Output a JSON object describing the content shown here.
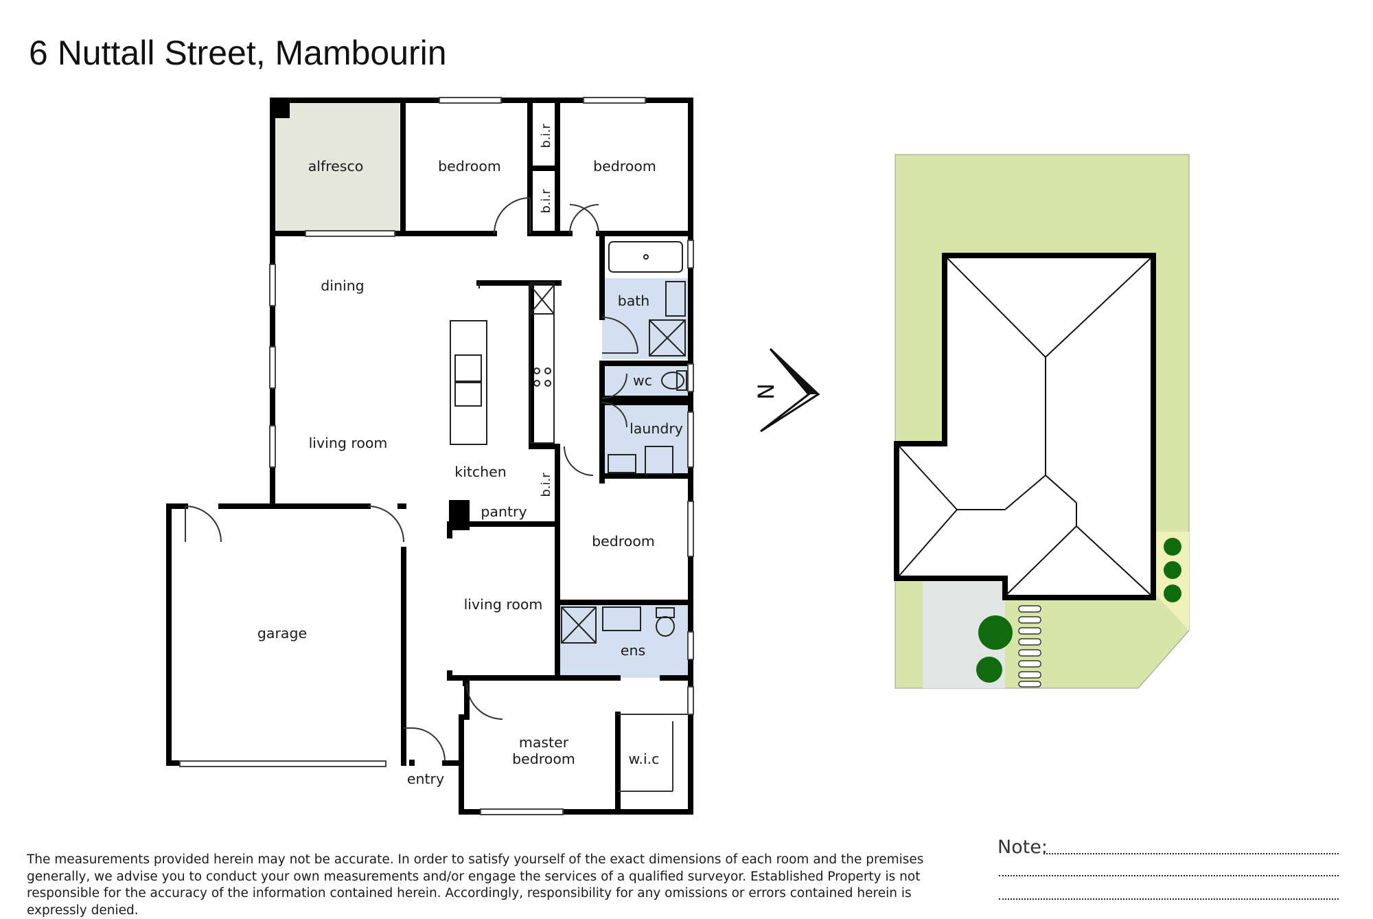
{
  "title": "6 Nuttall Street, Mambourin",
  "rooms": {
    "alfresco": "alfresco",
    "bedroom_1": "bedroom",
    "bedroom_2": "bedroom",
    "bir_1": "b.i.r",
    "bir_2": "b.i.r",
    "bir_3": "b.i.r",
    "dining": "dining",
    "living_room_1": "living room",
    "kitchen": "kitchen",
    "bath": "bath",
    "wc": "wc",
    "laundry": "laundry",
    "pantry": "pantry",
    "bedroom_3": "bedroom",
    "garage": "garage",
    "living_room_2": "living room",
    "ens": "ens",
    "master_line1": "master",
    "master_line2": "bedroom",
    "wic": "w.i.c",
    "entry": "entry"
  },
  "compass": {
    "label": "N"
  },
  "note": {
    "label": "Note:"
  },
  "disclaimer": "The measurements provided herein may not be accurate. In order to satisfy yourself of the exact dimensions of each room and the premises generally, we advise you to conduct your own measurements and/or engage the services of a qualified surveyor. Established Property is not responsible for the accuracy of the information contained herein. Accordingly, responsibility for any omissions or errors contained herein is expressly denied.",
  "colors": {
    "wall": "#000000",
    "alfresco_fill": "#e5e6dc",
    "wet_area_fill": "#d4e0ef",
    "lawn": "#d8e5a9",
    "paving": "#e3e4e4",
    "tree": "#0f6b0c",
    "yellow_strip": "#eef2b8"
  }
}
